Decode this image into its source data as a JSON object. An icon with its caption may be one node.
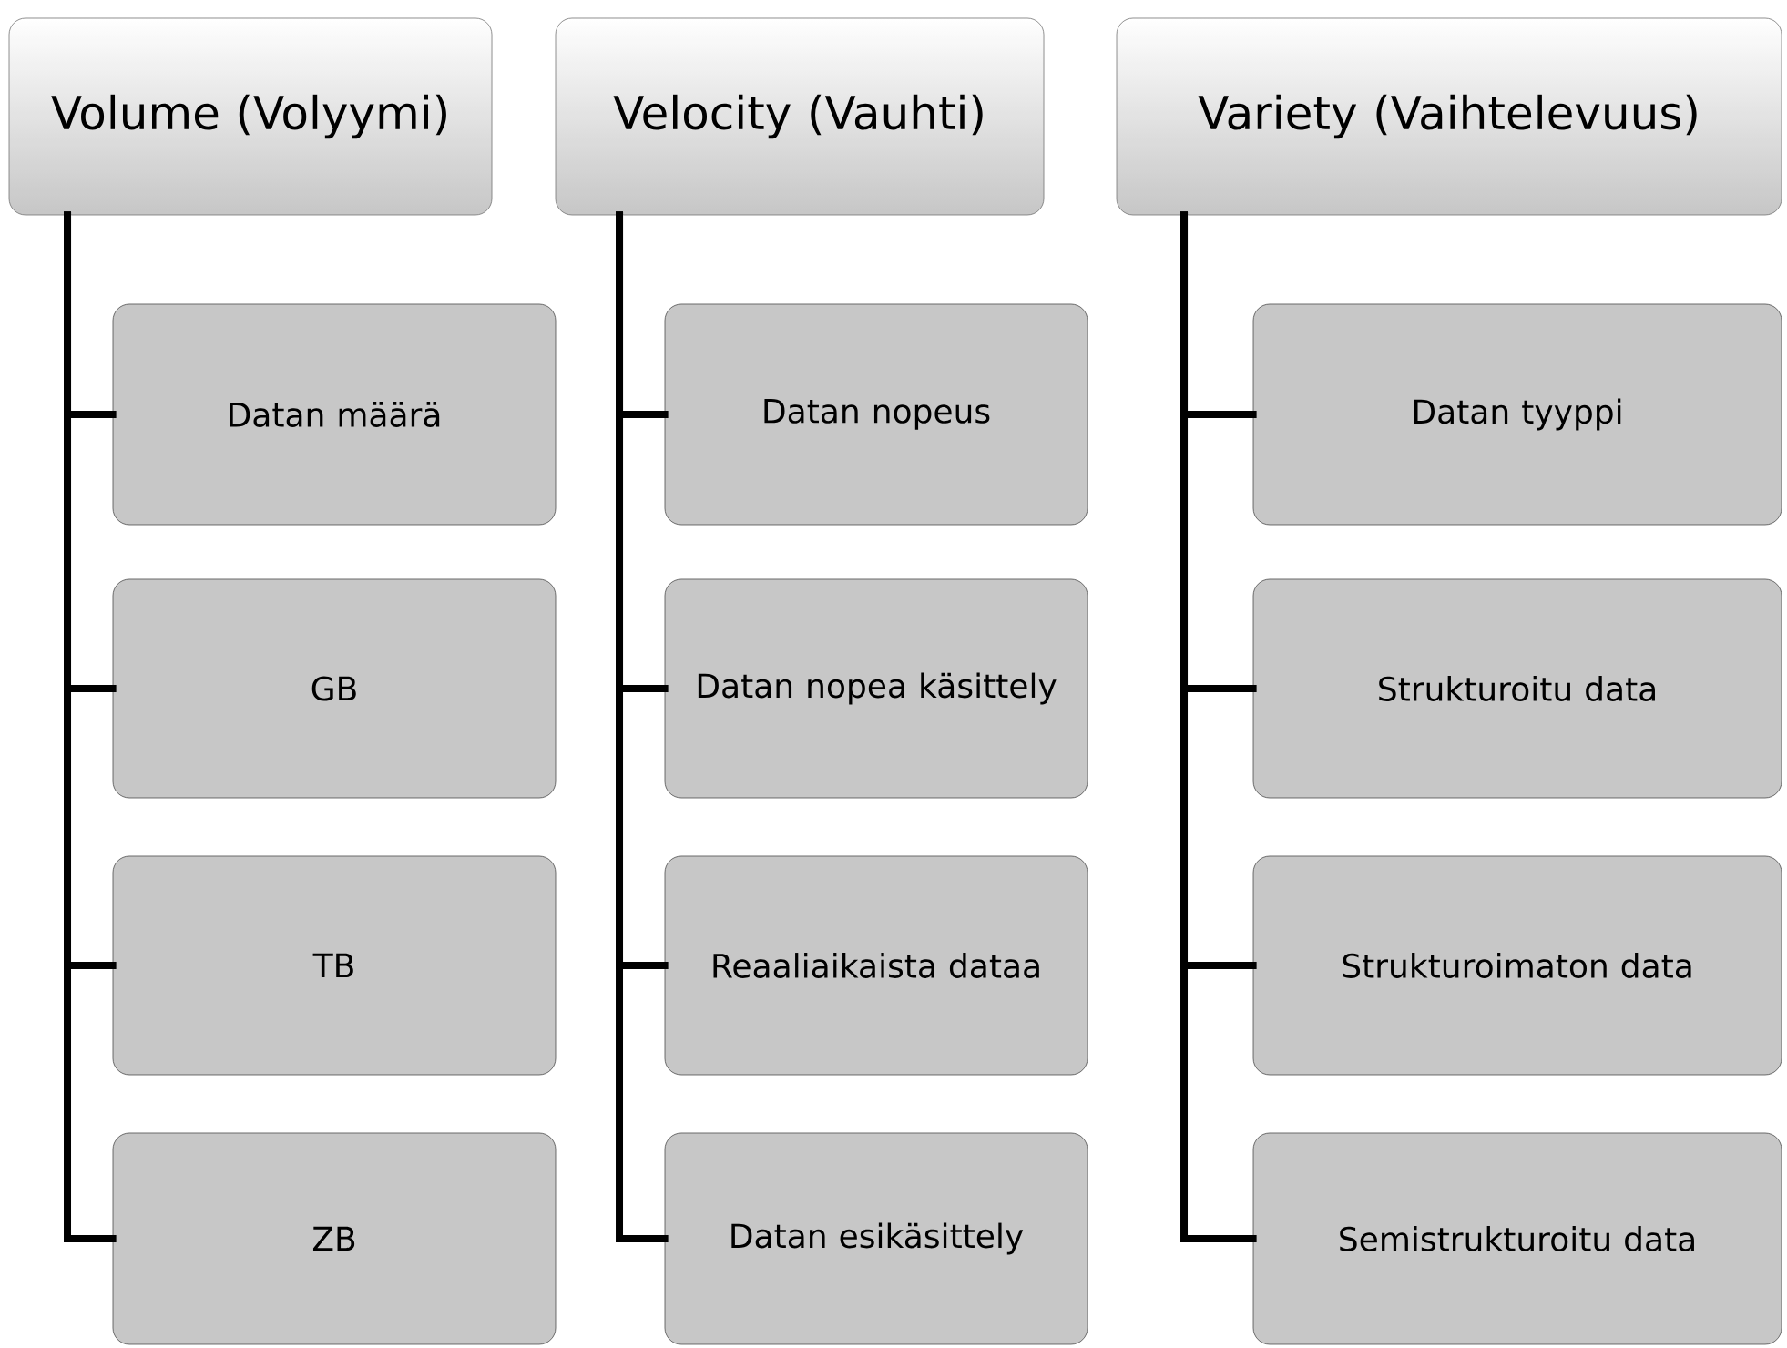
{
  "diagram": {
    "nodes": [
      {
        "text": [
          "Volume (Volyymi)"
        ]
      },
      {
        "text": [
          "Datan määrä"
        ]
      },
      {
        "text": [
          "GB"
        ]
      },
      {
        "text": [
          "TB"
        ]
      },
      {
        "text": [
          "ZB"
        ]
      },
      {
        "text": [
          "Velocity (Vauhti)"
        ]
      },
      {
        "text": [
          "Datan nopeus"
        ]
      },
      {
        "text": [
          "Datan nopea käsittely"
        ]
      },
      {
        "text": [
          "Reaaliaikaista dataa"
        ]
      },
      {
        "text": [
          "Datan esikäsittely"
        ]
      },
      {
        "text": [
          "Variety (Vaihtelevuus)"
        ]
      },
      {
        "text": [
          "Datan tyyppi"
        ]
      },
      {
        "text": [
          "Strukturoitu data"
        ]
      },
      {
        "text": [
          "Strukturoimaton data"
        ]
      },
      {
        "text": [
          "Semistrukturoitu data"
        ]
      }
    ],
    "edges": [
      {
        "from": 0,
        "to": 1,
        "arrow": "none"
      },
      {
        "from": 0,
        "to": 2,
        "arrow": "none"
      },
      {
        "from": 0,
        "to": 3,
        "arrow": "none"
      },
      {
        "from": 0,
        "to": 4,
        "arrow": "none"
      },
      {
        "from": 5,
        "to": 6,
        "arrow": "none"
      },
      {
        "from": 5,
        "to": 7,
        "arrow": "none"
      },
      {
        "from": 5,
        "to": 8,
        "arrow": "none"
      },
      {
        "from": 5,
        "to": 9,
        "arrow": "none"
      },
      {
        "from": 10,
        "to": 11,
        "arrow": "none"
      },
      {
        "from": 10,
        "to": 12,
        "arrow": "none"
      },
      {
        "from": 10,
        "to": 13,
        "arrow": "none"
      },
      {
        "from": 10,
        "to": 14,
        "arrow": "none"
      }
    ]
  }
}
